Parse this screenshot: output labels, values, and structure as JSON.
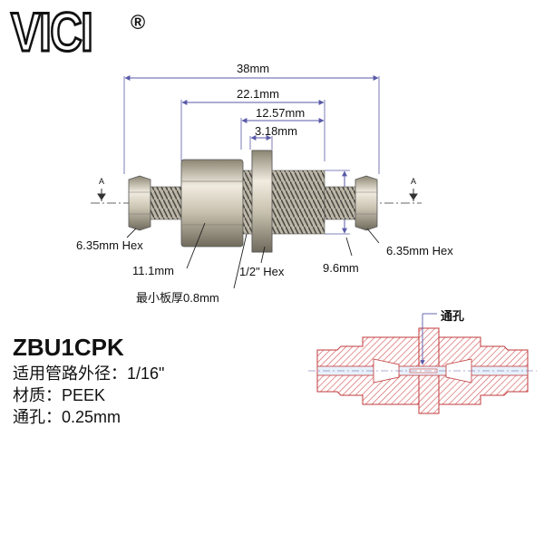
{
  "brand": {
    "logo_text": "VICI",
    "registered": "®"
  },
  "dimensions": {
    "overall": "38mm",
    "body": "22.1mm",
    "thread": "12.57mm",
    "nut": "3.18mm",
    "left_hex": "6.35mm Hex",
    "right_hex": "6.35mm Hex",
    "body_hex": "11.1mm",
    "panel_hex": "1/2\" Hex",
    "thread_dia": "9.6mm",
    "min_panel": "最小板厚0.8mm",
    "section_a_left": "A",
    "section_a_right": "A"
  },
  "product": {
    "model": "ZBU1CPK",
    "tubing_od": "适用管路外径：1/16\"",
    "material": "材质：PEEK",
    "bore": "通孔：0.25mm"
  },
  "section": {
    "bore_label": "通孔"
  },
  "colors": {
    "dimension_line": "#5a5aa8",
    "section_red": "#d65c5c",
    "metal": "#c9c2b0"
  }
}
